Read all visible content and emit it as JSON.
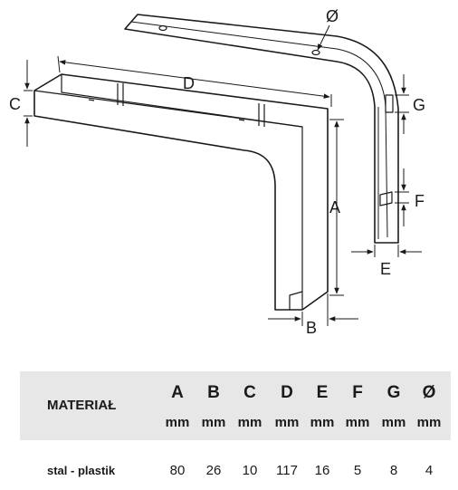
{
  "drawing": {
    "labels": {
      "diameter": "Ø",
      "a": "A",
      "b": "B",
      "c": "C",
      "d": "D",
      "e": "E",
      "f": "F",
      "g": "G"
    }
  },
  "table": {
    "material_header": "MATERIAŁ",
    "columns": [
      {
        "letter": "A",
        "unit": "mm"
      },
      {
        "letter": "B",
        "unit": "mm"
      },
      {
        "letter": "C",
        "unit": "mm"
      },
      {
        "letter": "D",
        "unit": "mm"
      },
      {
        "letter": "E",
        "unit": "mm"
      },
      {
        "letter": "F",
        "unit": "mm"
      },
      {
        "letter": "G",
        "unit": "mm"
      },
      {
        "letter": "Ø",
        "unit": "mm"
      }
    ],
    "rows": [
      {
        "material": "stal - plastik",
        "values": [
          "80",
          "26",
          "10",
          "117",
          "16",
          "5",
          "8",
          "4"
        ]
      }
    ]
  }
}
